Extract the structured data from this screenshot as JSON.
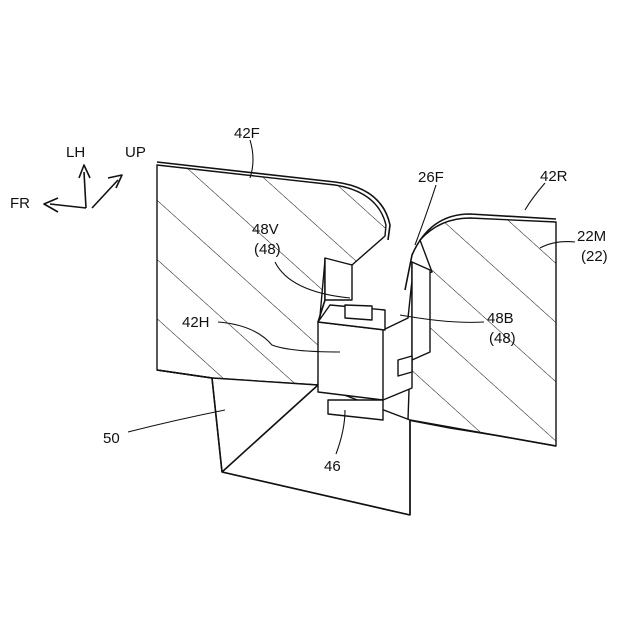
{
  "labels": {
    "axis_lh": "LH",
    "axis_up": "UP",
    "axis_fr": "FR",
    "ref_42f": "42F",
    "ref_26f": "26F",
    "ref_42r": "42R",
    "ref_22m": "22M",
    "ref_22m_paren": "(22)",
    "ref_48v": "48V",
    "ref_48v_paren": "(48)",
    "ref_48b": "48B",
    "ref_48b_paren": "(48)",
    "ref_42h": "42H",
    "ref_50": "50",
    "ref_46": "46"
  },
  "colors": {
    "line": "#111111",
    "background": "#ffffff",
    "stipple": "#555555"
  }
}
